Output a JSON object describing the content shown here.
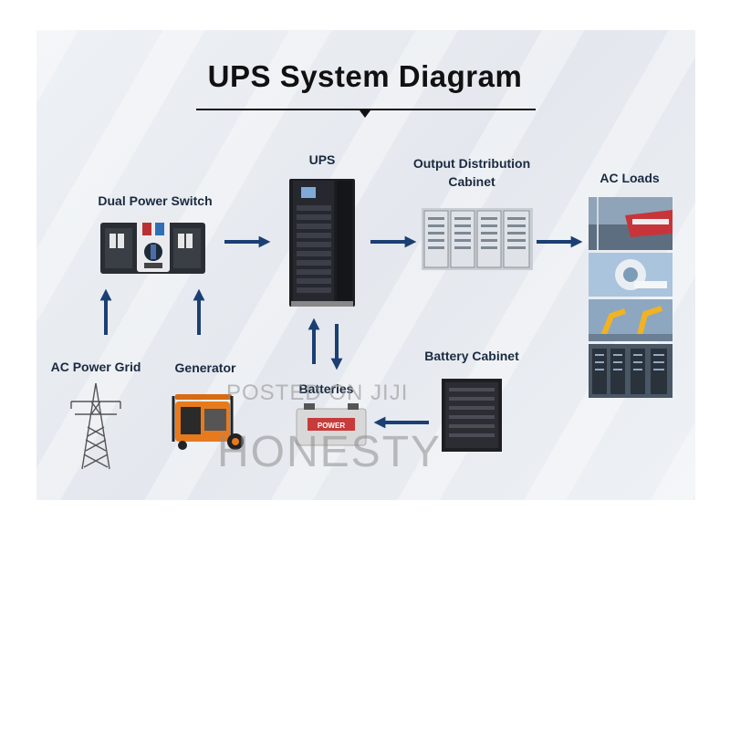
{
  "diagram": {
    "title": "UPS System Diagram",
    "nodes": {
      "dual_power_switch": "Dual Power Switch",
      "ups": "UPS",
      "output_distribution_cabinet": "Output Distribution Cabinet",
      "ac_loads": "AC Loads",
      "ac_power_grid": "AC Power Grid",
      "generator": "Generator",
      "batteries": "Batteries",
      "battery_cabinet": "Battery Cabinet"
    },
    "battery_label": "POWER"
  },
  "watermark": {
    "line1": "POSTED ON JIJI",
    "line2": "HONESTY"
  },
  "colors": {
    "arrow": "#1b3f73",
    "label": "#1a2a40"
  }
}
